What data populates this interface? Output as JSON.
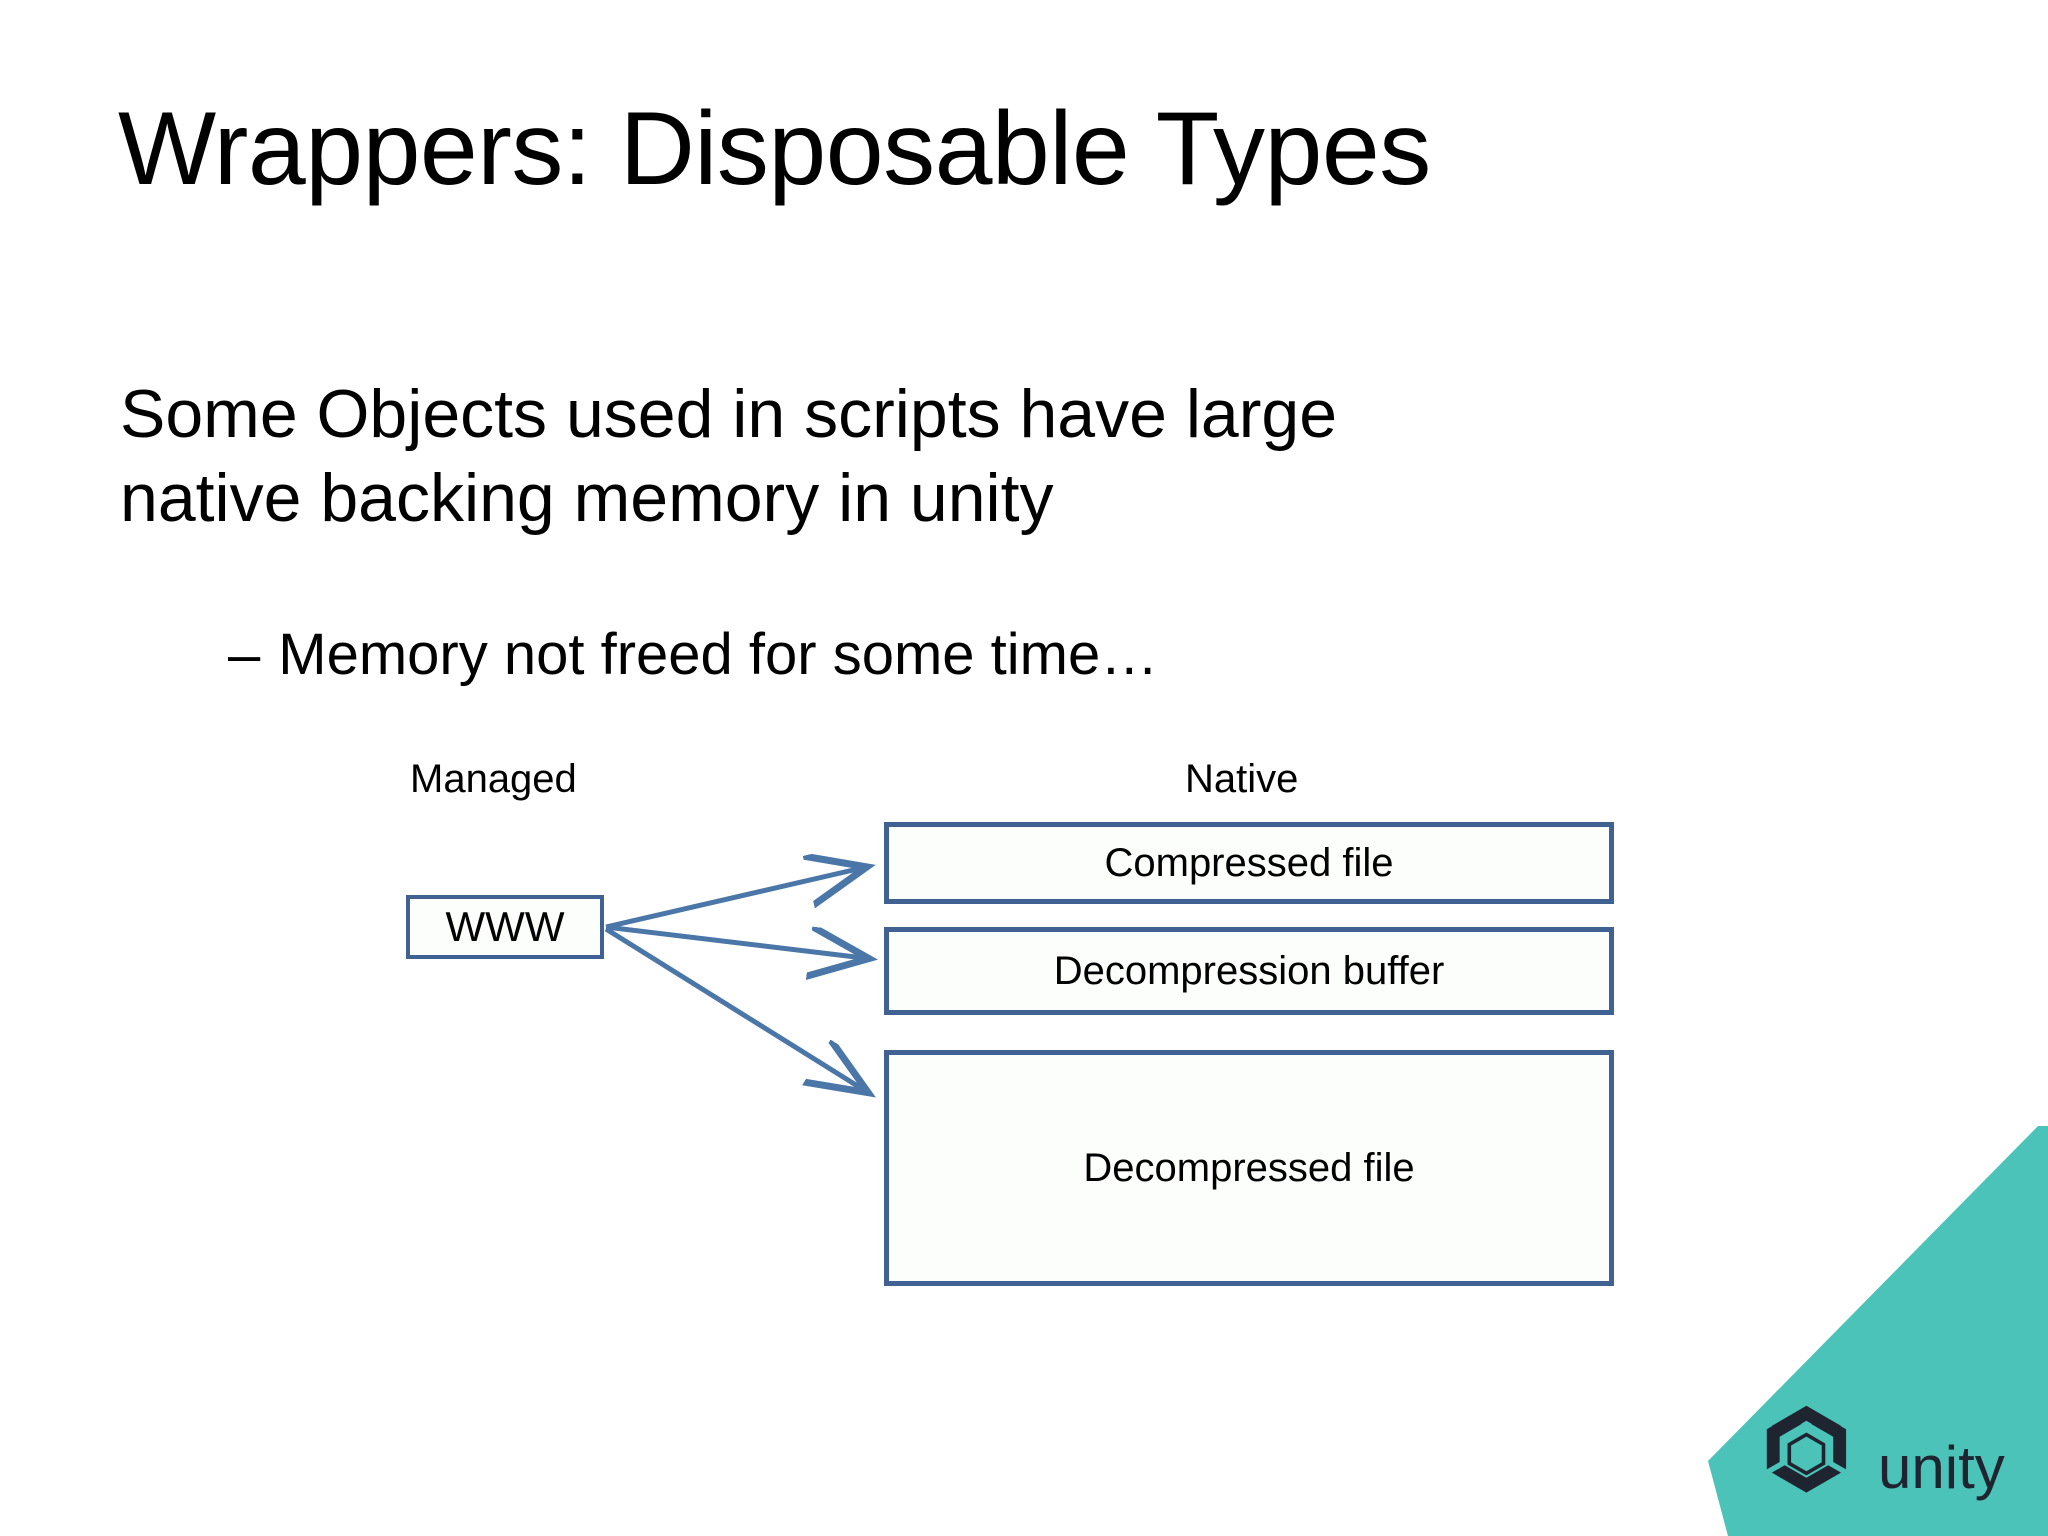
{
  "slide": {
    "title": "Wrappers: Disposable Types",
    "body": {
      "line1": "Some Objects used in scripts have large",
      "line2": "native backing memory in unity",
      "sub_bullet_dash": "–",
      "sub_bullet_text": "Memory not freed for some time…"
    }
  },
  "diagram": {
    "headers": {
      "managed": "Managed",
      "native": "Native"
    },
    "managed_box": {
      "label": "WWW"
    },
    "native_boxes": [
      {
        "label": "Compressed file"
      },
      {
        "label": "Decompression buffer"
      },
      {
        "label": "Decompressed file"
      }
    ],
    "arrows": [
      {
        "name": "www-to-compressed"
      },
      {
        "name": "www-to-decompression-buffer"
      },
      {
        "name": "www-to-decompressed"
      }
    ]
  },
  "brand": {
    "name": "unity",
    "wordmark": "unity"
  },
  "colors": {
    "box_border": "#3F6292",
    "box_fill": "#FCFEFC",
    "arrow": "#4A76A8",
    "brand_teal": "#4CC3B8",
    "brand_dark": "#1E2430",
    "text": "#000000",
    "background": "#FFFFFF"
  }
}
